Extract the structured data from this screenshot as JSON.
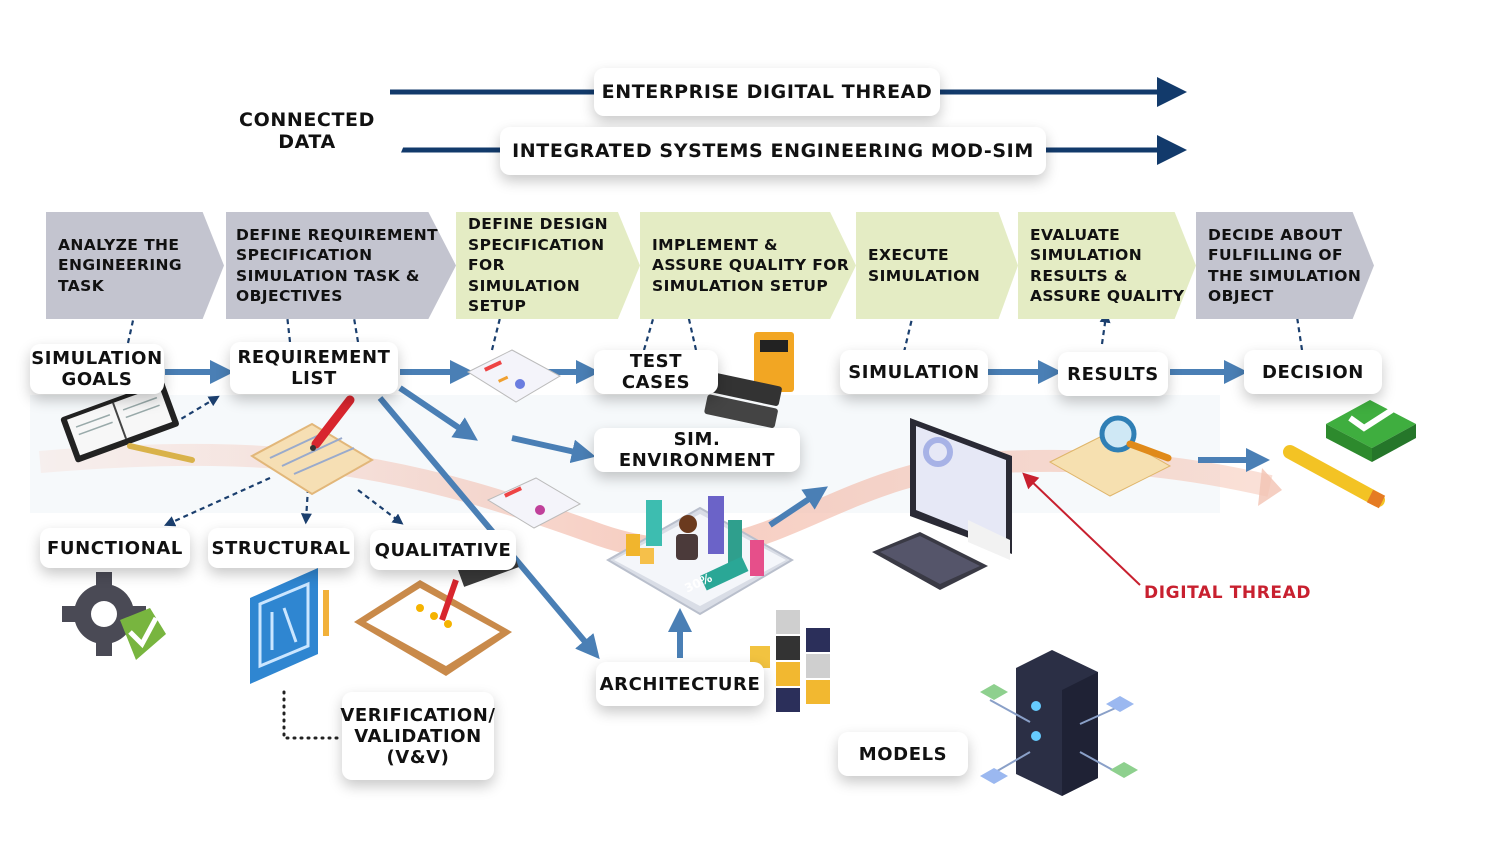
{
  "top": {
    "connected_data": "CONNECTED\nDATA",
    "enterprise_thread": "ENTERPRISE DIGITAL THREAD",
    "integrated_modsim": "INTEGRATED SYSTEMS  ENGINEERING MOD-SIM"
  },
  "process_steps": [
    {
      "label": "ANALYZE THE\nENGINEERING\nTASK",
      "color": "#c3c4cf"
    },
    {
      "label": "DEFINE REQUIREMENT\nSPECIFICATION\nSIMULATION TASK &\nOBJECTIVES",
      "color": "#c3c4cf"
    },
    {
      "label": "DEFINE DESIGN\nSPECIFICATION FOR\nSIMULATION SETUP",
      "color": "#e4ecc4"
    },
    {
      "label": "IMPLEMENT &\nASSURE QUALITY FOR\nSIMULATION SETUP",
      "color": "#e4ecc4"
    },
    {
      "label": "EXECUTE\nSIMULATION",
      "color": "#e4ecc4"
    },
    {
      "label": "EVALUATE\nSIMULATION\nRESULTS &\nASSURE QUALITY",
      "color": "#e4ecc4"
    },
    {
      "label": "DECIDE ABOUT\nFULFILLING OF\nTHE SIMULATION\nOBJECT",
      "color": "#c3c4cf"
    }
  ],
  "nodes": {
    "simulation_goals": "SIMULATION\nGOALS",
    "requirement_list": "REQUIREMENT\nLIST",
    "test_cases": "TEST CASES",
    "sim_environment": "SIM. ENVIRONMENT",
    "simulation": "SIMULATION",
    "results": "RESULTS",
    "decision": "DECISION",
    "functional": "FUNCTIONAL",
    "structural": "STRUCTURAL",
    "qualitative": "QUALITATIVE",
    "architecture": "ARCHITECTURE",
    "verification": "VERIFICATION/\nVALIDATION\n(V&V)",
    "models": "MODELS"
  },
  "digital_thread_label": "DIGITAL THREAD",
  "icons": {
    "tablet_badge": "30%"
  },
  "colors": {
    "thread_navy": "#123a6b",
    "flow_blue": "#4a7fb5",
    "digital_thread_red": "#c8202f",
    "grey_step": "#c3c4cf",
    "green_step": "#e4ecc4"
  }
}
